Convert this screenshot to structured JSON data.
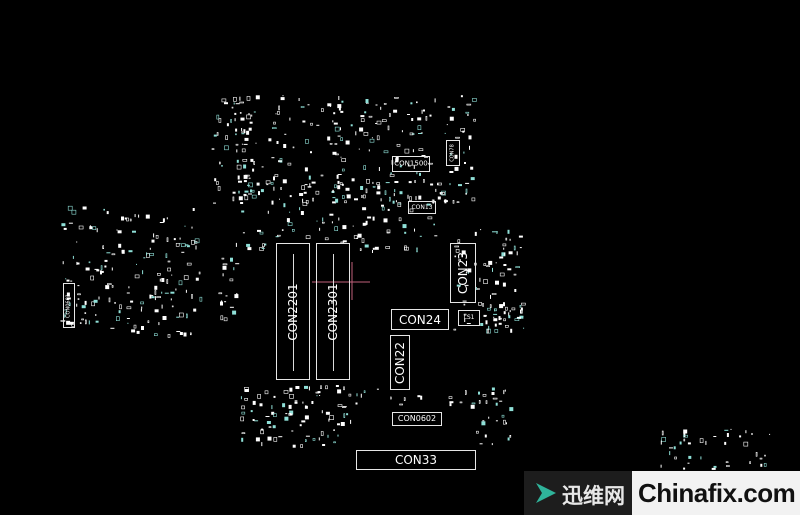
{
  "board": {
    "connectors": [
      {
        "id": "con1500",
        "label": "CON1500",
        "orient": "h"
      },
      {
        "id": "con13",
        "label": "CON13",
        "orient": "h"
      },
      {
        "id": "con23",
        "label": "CON23",
        "orient": "v"
      },
      {
        "id": "con24",
        "label": "CON24",
        "orient": "h"
      },
      {
        "id": "con22",
        "label": "CON22",
        "orient": "v"
      },
      {
        "id": "con2201",
        "label": "CON2201",
        "orient": "v"
      },
      {
        "id": "con2301",
        "label": "CON2301",
        "orient": "v"
      },
      {
        "id": "con0602",
        "label": "CON0602",
        "orient": "h"
      },
      {
        "id": "con33",
        "label": "CON33",
        "orient": "h"
      },
      {
        "id": "con0601",
        "label": "CON0601",
        "orient": "v"
      },
      {
        "id": "con78",
        "label": "CON78",
        "orient": "v"
      },
      {
        "id": "ls1",
        "label": "LS1",
        "orient": "h"
      }
    ],
    "colors": {
      "background": "#000000",
      "trace": "#ffffff",
      "accent": "#8fe0d8",
      "cursor": "#c0607a"
    }
  },
  "watermark": {
    "cn_text": "迅维网",
    "en_text": "Chinafix.com",
    "logo_icon": "play-arrow-icon",
    "logo_color": "#2fb39a"
  }
}
